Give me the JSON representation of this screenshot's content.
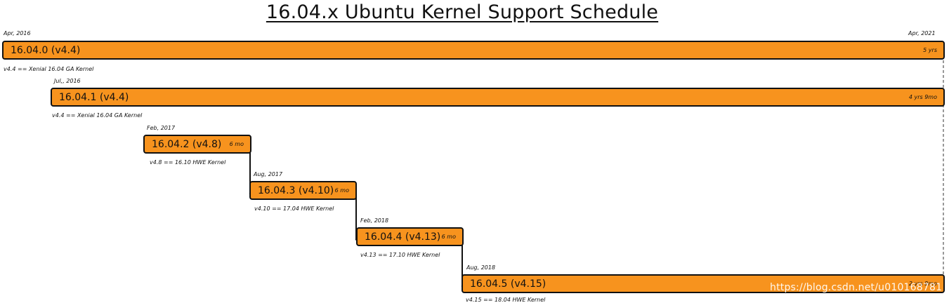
{
  "title": "16.04.x Ubuntu Kernel Support Schedule",
  "end_date": "Apr, 2021",
  "releases": [
    {
      "start_date": "Apr, 2016",
      "label": "16.04.0 (v4.4)",
      "duration": "5 yrs",
      "note": "v4.4 == Xenial 16.04 GA Kernel"
    },
    {
      "start_date": "Jul,, 2016",
      "label": "16.04.1 (v4.4)",
      "duration": "4 yrs 9mo",
      "note": "v4.4 == Xenial 16.04 GA Kernel"
    },
    {
      "start_date": "Feb, 2017",
      "label": "16.04.2 (v4.8)",
      "duration": "6 mo",
      "note": "v4.8 == 16.10 HWE Kernel"
    },
    {
      "start_date": "Aug, 2017",
      "label": "16.04.3 (v4.10)",
      "duration": "6 mo",
      "note": "v4.10 == 17.04 HWE Kernel"
    },
    {
      "start_date": "Feb, 2018",
      "label": "16.04.4 (v4.13)",
      "duration": "6 mo",
      "note": "v4.13 == 17.10 HWE Kernel"
    },
    {
      "start_date": "Aug, 2018",
      "label": "16.04.5 (v4.15)",
      "duration": "2 yrs 9mo",
      "note": "v4.15 == 18.04 HWE Kernel"
    }
  ],
  "watermark": "https://blog.csdn.net/u010168781",
  "colors": {
    "bar_fill": "#f7931e",
    "bar_border": "#111111"
  }
}
